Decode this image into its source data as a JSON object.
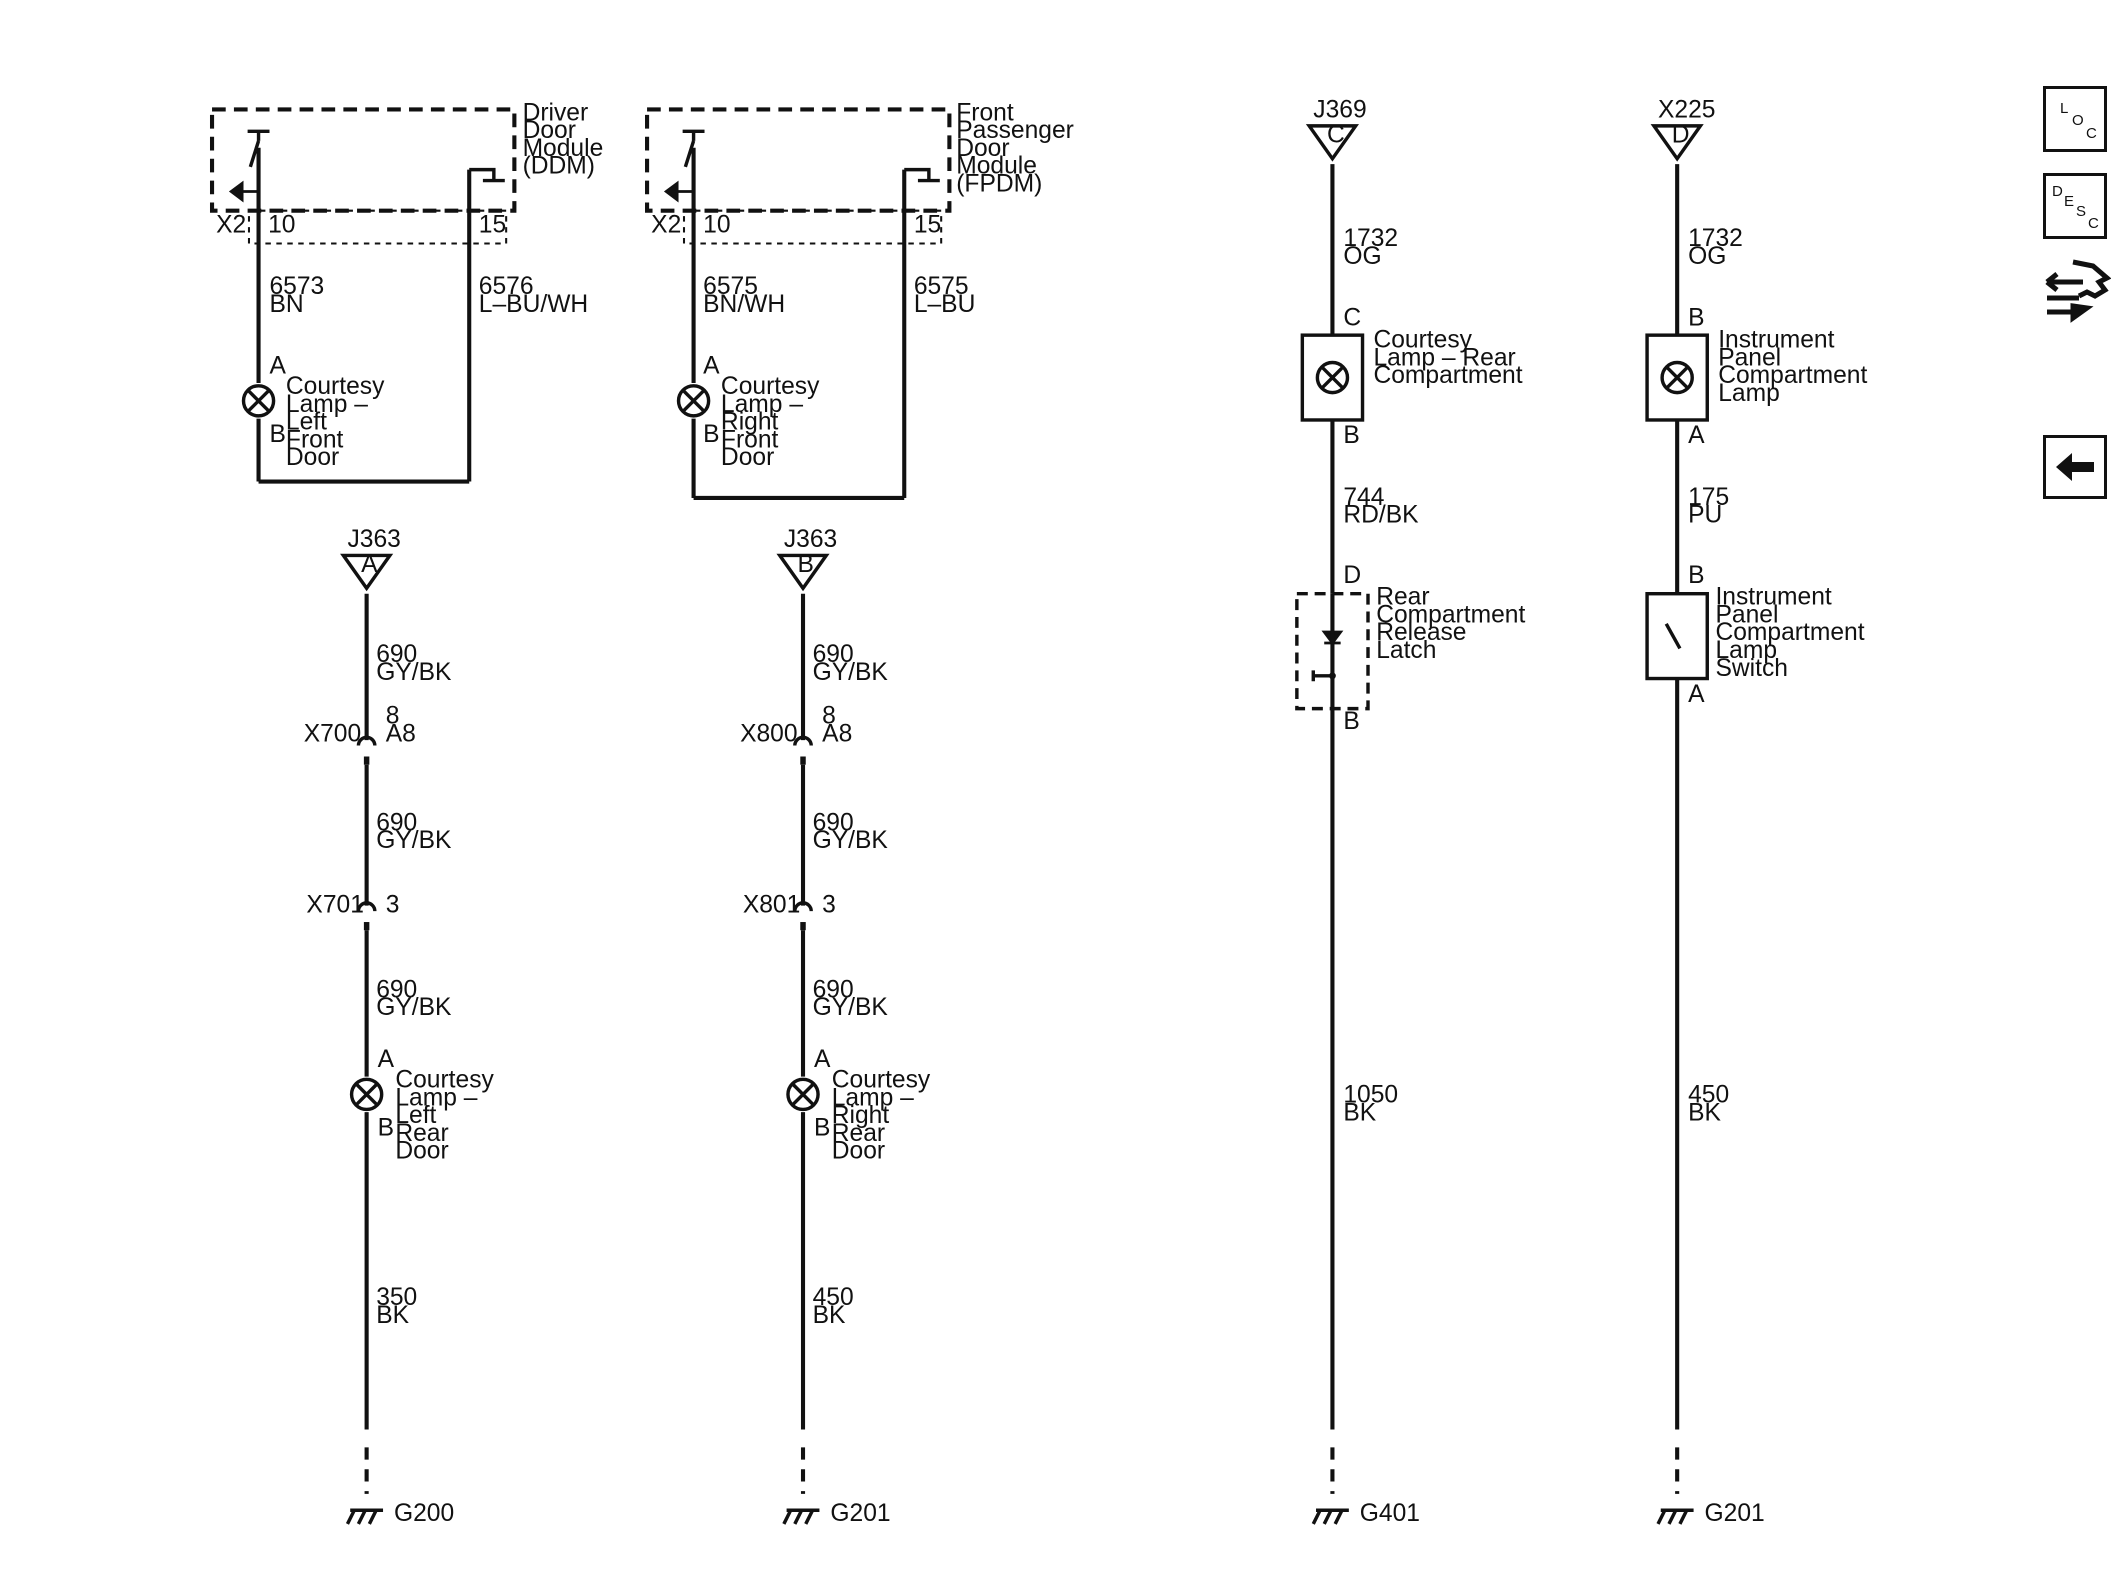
{
  "modules": {
    "ddm": {
      "name": [
        "Driver",
        "Door",
        "Module",
        "(DDM)"
      ],
      "connector": "X2",
      "pin_left": "10",
      "pin_right": "15"
    },
    "fpdm": {
      "name": [
        "Front",
        "Passenger",
        "Door",
        "Module",
        "(FPDM)"
      ],
      "connector": "X2",
      "pin_left": "10",
      "pin_right": "15"
    }
  },
  "ddm_circuit": {
    "wire_left": {
      "num": "6573",
      "color": "BN"
    },
    "wire_right": {
      "num": "6576",
      "color": "L–BU/WH"
    },
    "lamp": {
      "pin_a": "A",
      "pin_b": "B",
      "name": [
        "Courtesy",
        "Lamp –",
        "Left",
        "Front",
        "Door"
      ]
    }
  },
  "fpdm_circuit": {
    "wire_left": {
      "num": "6575",
      "color": "BN/WH"
    },
    "wire_right": {
      "num": "6575",
      "color": "L–BU"
    },
    "lamp": {
      "pin_a": "A",
      "pin_b": "B",
      "name": [
        "Courtesy",
        "Lamp –",
        "Right",
        "Front",
        "Door"
      ]
    }
  },
  "left_rear_circuit": {
    "splice": {
      "name": "J363",
      "pin": "A"
    },
    "wire1": {
      "num": "690",
      "color": "GY/BK"
    },
    "conn1": {
      "name": "X700",
      "pin1": "8",
      "pin2": "A8"
    },
    "wire2": {
      "num": "690",
      "color": "GY/BK"
    },
    "conn2": {
      "name": "X701",
      "pin": "3"
    },
    "wire3": {
      "num": "690",
      "color": "GY/BK"
    },
    "lamp": {
      "pin_a": "A",
      "pin_b": "B",
      "name": [
        "Courtesy",
        "Lamp –",
        "Left",
        "Rear",
        "Door"
      ]
    },
    "wire4": {
      "num": "350",
      "color": "BK"
    },
    "ground": "G200"
  },
  "right_rear_circuit": {
    "splice": {
      "name": "J363",
      "pin": "B"
    },
    "wire1": {
      "num": "690",
      "color": "GY/BK"
    },
    "conn1": {
      "name": "X800",
      "pin1": "8",
      "pin2": "A8"
    },
    "wire2": {
      "num": "690",
      "color": "GY/BK"
    },
    "conn2": {
      "name": "X801",
      "pin": "3"
    },
    "wire3": {
      "num": "690",
      "color": "GY/BK"
    },
    "lamp": {
      "pin_a": "A",
      "pin_b": "B",
      "name": [
        "Courtesy",
        "Lamp –",
        "Right",
        "Rear",
        "Door"
      ]
    },
    "wire4": {
      "num": "450",
      "color": "BK"
    },
    "ground": "G201"
  },
  "rear_compartment_circuit": {
    "splice": {
      "name": "J369",
      "pin": "C"
    },
    "wire1": {
      "num": "1732",
      "color": "OG"
    },
    "lamp": {
      "pin_top": "C",
      "pin_bottom": "B",
      "name": [
        "Courtesy",
        "Lamp – Rear",
        "Compartment"
      ]
    },
    "wire2": {
      "num": "744",
      "color": "RD/BK"
    },
    "latch": {
      "pin_top": "D",
      "pin_bottom": "B",
      "name": [
        "Rear",
        "Compartment",
        "Release",
        "Latch"
      ]
    },
    "wire3": {
      "num": "1050",
      "color": "BK"
    },
    "ground": "G401"
  },
  "instrument_panel_circuit": {
    "splice": {
      "name": "X225",
      "pin": "D"
    },
    "wire1": {
      "num": "1732",
      "color": "OG"
    },
    "lamp": {
      "pin_top": "B",
      "pin_bottom": "A",
      "name": [
        "Instrument",
        "Panel",
        "Compartment",
        "Lamp"
      ]
    },
    "wire2": {
      "num": "175",
      "color": "PU"
    },
    "switch": {
      "pin_top": "B",
      "pin_bottom": "A",
      "name": [
        "Instrument",
        "Panel",
        "Compartment",
        "Lamp",
        "Switch"
      ]
    },
    "wire3": {
      "num": "450",
      "color": "BK"
    },
    "ground": "G201"
  },
  "side_buttons": {
    "loc": {
      "big": "L",
      "mid": "O",
      "low": "C"
    },
    "desc": {
      "big": "D",
      "mid": "E",
      "s": "S",
      "low": "C"
    },
    "connector_icon": "connector-icon",
    "back_icon": "back-arrow-icon"
  }
}
